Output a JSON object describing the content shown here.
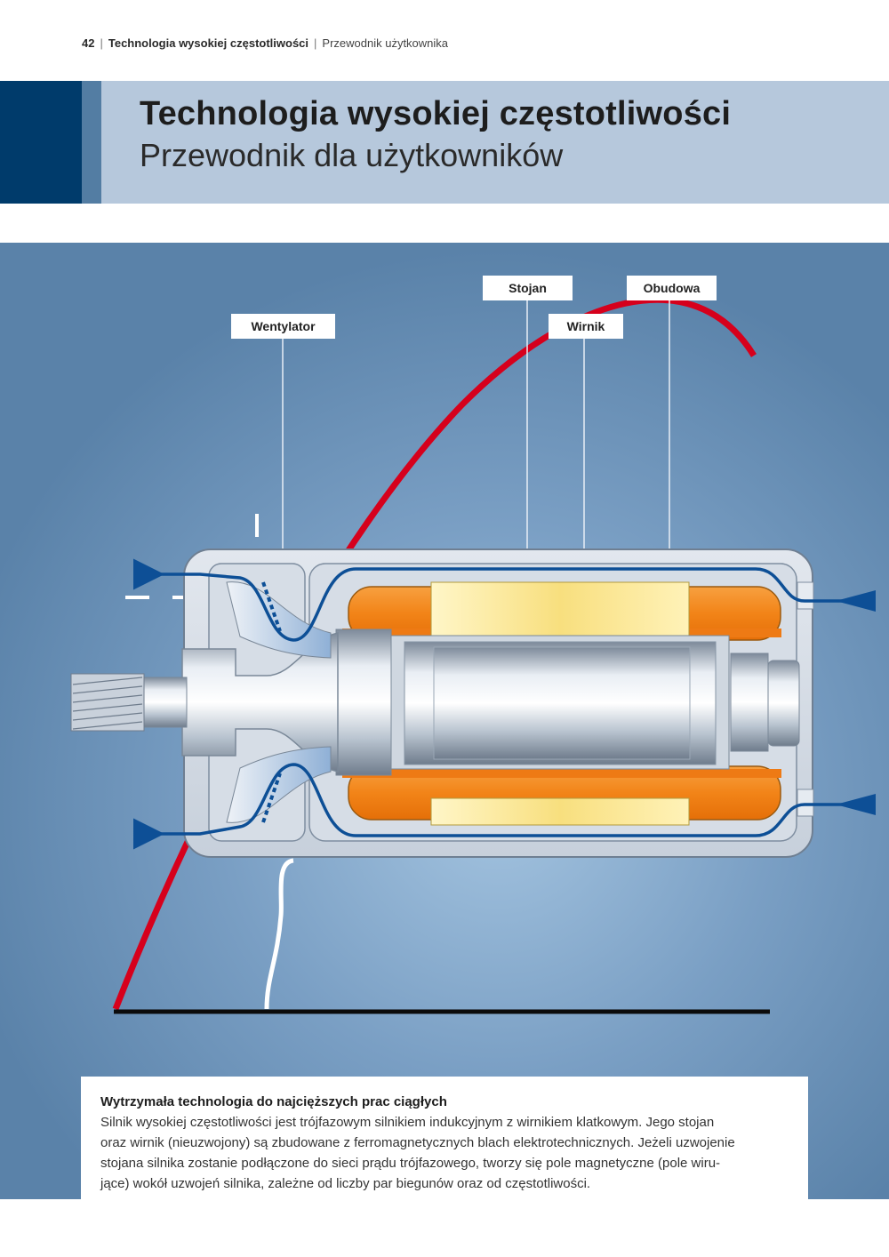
{
  "running_head": {
    "page_number": "42",
    "title": "Technologia wysokiej częstotliwości",
    "subtitle": "Przewodnik użytkownika"
  },
  "header": {
    "title": "Technologia wysokiej częstotliwości",
    "subtitle": "Przewodnik dla użytkowników"
  },
  "figure": {
    "labels": {
      "fan": "Wentylator",
      "stator": "Stojan",
      "rotor": "Wirnik",
      "housing": "Obudowa"
    }
  },
  "caption": {
    "title": "Wytrzymała technologia do najcięższych prac ciągłych",
    "lines": [
      "Silnik wysokiej częstotliwości jest trójfazowym silnikiem indukcyjnym z wirnikiem klatkowym. Jego stojan",
      "oraz wirnik (nieuzwojony) są zbudowane z ferromagnetycznych blach elektrotechnicznych. Jeżeli uzwojenie",
      "stojana silnika zostanie podłączone do sieci prądu trójfazowego, tworzy się pole magnetyczne (pole wiru-",
      "jące) wokół uzwojeń silnika, zależne od liczby par biegunów oraz od częstotliwości."
    ]
  },
  "colors": {
    "banner_dark": "#003b6b",
    "banner_mid": "#537da3",
    "banner_light": "#b6c8dc",
    "figure_background": "#5e86ad",
    "curve_red": "#d6001c",
    "airflow_blue": "#0d4f96",
    "winding_orange": "#f28a1c",
    "core_yellow": "#f8e08a"
  }
}
